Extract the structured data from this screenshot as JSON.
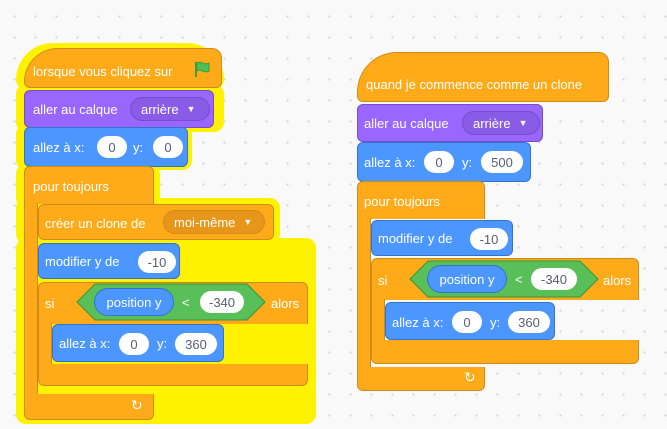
{
  "script1": {
    "hat_label": "lorsque vous cliquez sur",
    "hat_icon": "green-flag-icon",
    "layer_label": "aller au calque",
    "layer_value": "arrière",
    "goto_label": "allez à x:",
    "goto_x": "0",
    "goto_y_label": "y:",
    "goto_y": "0",
    "forever_label": "pour toujours",
    "clone_label": "créer un clone de",
    "clone_value": "moi-même",
    "change_y_label": "modifier y de",
    "change_y_value": "-10",
    "if_label": "si",
    "reporter_label": "position y",
    "op_label": "<",
    "compare_value": "-340",
    "then_label": "alors",
    "inner_goto_label": "allez à x:",
    "inner_goto_x": "0",
    "inner_goto_y_label": "y:",
    "inner_goto_y": "360",
    "loop_arrow": "↻"
  },
  "script2": {
    "hat_label": "quand je commence comme un clone",
    "layer_label": "aller au calque",
    "layer_value": "arrière",
    "goto_label": "allez à x:",
    "goto_x": "0",
    "goto_y_label": "y:",
    "goto_y": "500",
    "forever_label": "pour toujours",
    "change_y_label": "modifier y de",
    "change_y_value": "-10",
    "if_label": "si",
    "reporter_label": "position y",
    "op_label": "<",
    "compare_value": "-340",
    "then_label": "alors",
    "inner_goto_label": "allez à x:",
    "inner_goto_x": "0",
    "inner_goto_y_label": "y:",
    "inner_goto_y": "360",
    "loop_arrow": "↻"
  },
  "colors": {
    "events": "#ffab19",
    "looks": "#9966ff",
    "motion": "#4c97ff",
    "control": "#ffab19",
    "operators": "#59c059",
    "highlight": "#fff200"
  }
}
